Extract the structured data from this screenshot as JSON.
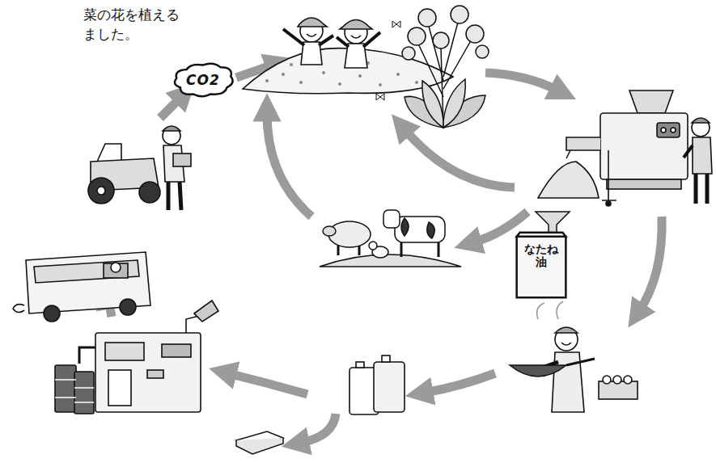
{
  "diagram": {
    "nodes": [
      {
        "text": [
          "CO2"
        ]
      },
      {
        "text": [
          "なたね油"
        ]
      }
    ],
    "labels": [
      "菜の花を植える",
      "ました。"
    ]
  }
}
